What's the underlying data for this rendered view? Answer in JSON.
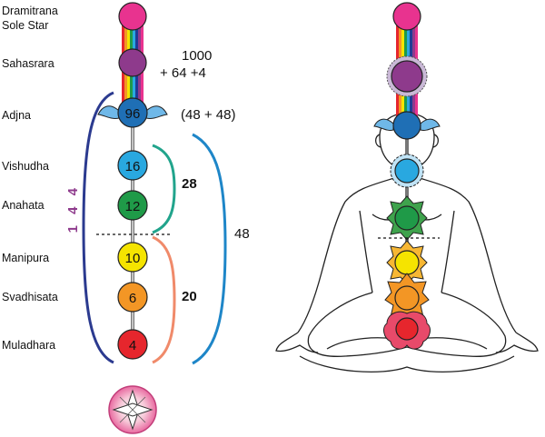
{
  "labels": {
    "dramitrana": "Dramitrana",
    "sole_star": "Sole Star",
    "sahasrara": "Sahasrara",
    "adjna": "Adjna",
    "vishudha": "Vishudha",
    "anahata": "Anahata",
    "manipura": "Manipura",
    "svadhisata": "Svadhisata",
    "muladhara": "Muladhara"
  },
  "numbers": {
    "sahasrara_line1": "1000",
    "sahasrara_line2": "+ 64 +4",
    "adjna_value": "96",
    "adjna_breakdown": "(48 + 48)",
    "vishudha_value": "16",
    "anahata_value": "12",
    "manipura_value": "10",
    "svadhisata_value": "6",
    "muladhara_value": "4",
    "upper_sum": "28",
    "lower_sum": "20",
    "total_48": "48",
    "total_144": "1 4 4"
  },
  "colors": {
    "sole_star": "#e8338f",
    "sahasrara": "#8e3a8c",
    "adjna": "#1f6fb5",
    "adjna_petals": "#6fb8e8",
    "vishudha": "#29a8e0",
    "anahata": "#1f9a48",
    "manipura": "#f5e400",
    "svadhisata": "#f39625",
    "muladhara": "#e6262d",
    "bracket_144": "#2b3a8f",
    "bracket_28": "#21a48c",
    "bracket_20": "#f08a6a",
    "bracket_48": "#1e86c8",
    "label_144": "#8e3a8c"
  }
}
